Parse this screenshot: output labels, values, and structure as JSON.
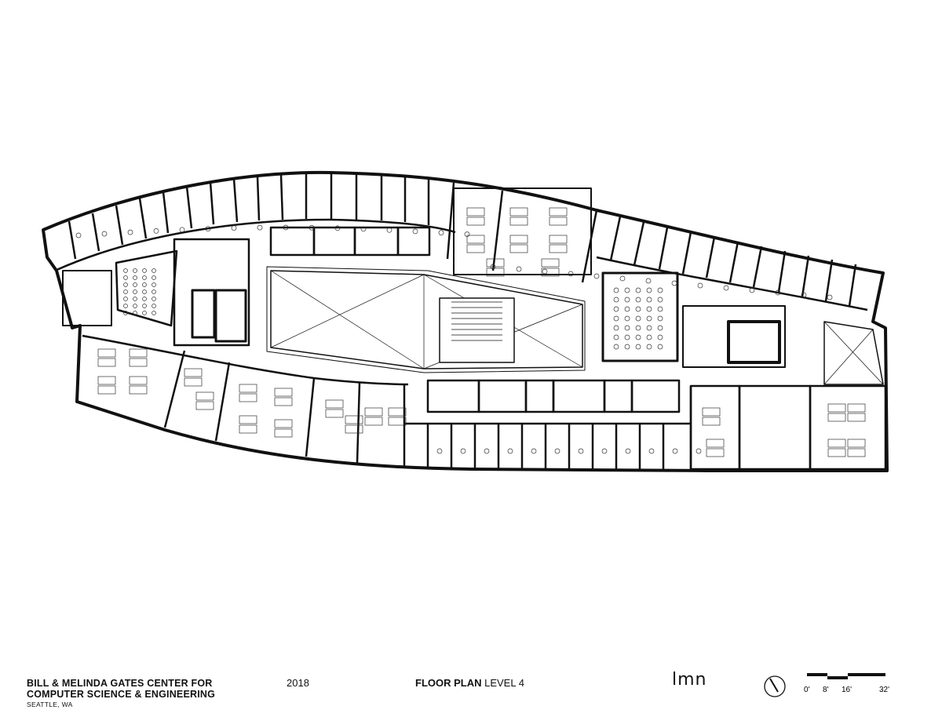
{
  "title_block": {
    "project_title_line1": "BILL & MELINDA GATES CENTER FOR",
    "project_title_line2": "COMPUTER SCIENCE & ENGINEERING",
    "location": "SEATTLE, WA",
    "year": "2018",
    "sheet_title_bold": "FLOOR PLAN",
    "sheet_title_rest": " LEVEL 4",
    "firm_logo": "lmn"
  },
  "scale_bar": {
    "labels": [
      "0'",
      "8'",
      "16'",
      "32'"
    ]
  },
  "north_arrow": {
    "icon": "north-arrow-icon"
  },
  "colors": {
    "line": "#111111",
    "background": "#ffffff"
  }
}
